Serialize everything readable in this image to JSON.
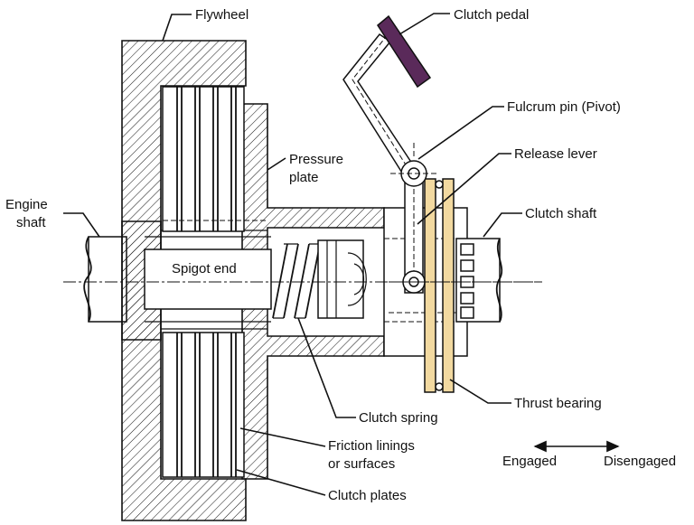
{
  "labels": {
    "flywheel": "Flywheel",
    "clutch_pedal": "Clutch pedal",
    "fulcrum_pin": "Fulcrum pin (Pivot)",
    "release_lever": "Release lever",
    "pressure_plate_line1": "Pressure",
    "pressure_plate_line2": "plate",
    "engine_shaft_line1": "Engine",
    "engine_shaft_line2": "shaft",
    "clutch_shaft": "Clutch shaft",
    "spigot_end": "Spigot end",
    "clutch_spring": "Clutch spring",
    "thrust_bearing": "Thrust bearing",
    "friction_linings_line1": "Friction linings",
    "friction_linings_line2": "or surfaces",
    "clutch_plates": "Clutch plates",
    "engaged": "Engaged",
    "disengaged": "Disengaged"
  },
  "colors": {
    "pedal": "#5a2a5a",
    "thrust_bearing": "#f2d9a0",
    "line": "#111111"
  }
}
